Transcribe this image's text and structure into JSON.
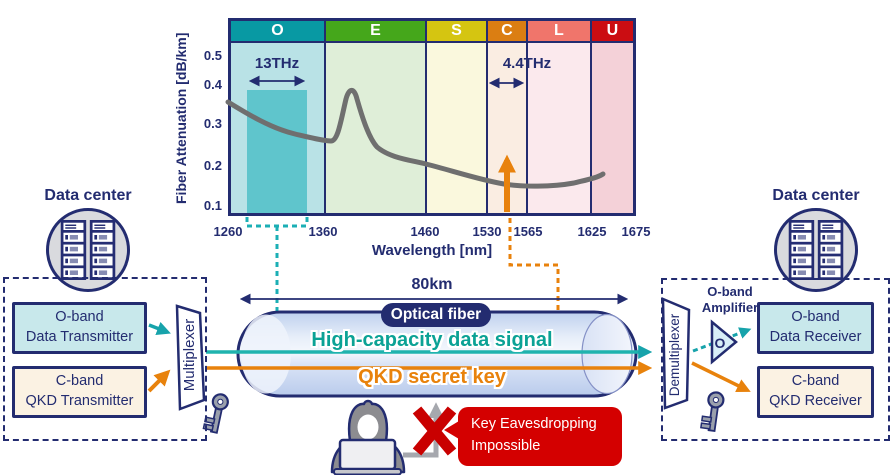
{
  "colors": {
    "navy": "#232C70",
    "teal_accent": "#17A3AB",
    "teal_text": "#0BA295",
    "orange": "#E8820C",
    "curve_gray": "#6F6F6F",
    "bubble_red": "#D40000",
    "x_red": "#C90000",
    "fiber_fill": "#C6D5F1",
    "band_header_colors": [
      "#0899A3",
      "#45A71B",
      "#D5C511",
      "#DB7E12",
      "#F0756B",
      "#CB0D12"
    ],
    "band_body_colors": [
      "#B9E2E6",
      "#DFEED8",
      "#FAF8DD",
      "#FAEDE2",
      "#FBE9ED",
      "#F4D1D8"
    ],
    "o_highlight": "#5FC5CC"
  },
  "chart": {
    "y_axis_title": "Fiber Attenuation [dB/km]",
    "x_axis_title": "Wavelength [nm]",
    "y_ticks": [
      "0.5",
      "0.4",
      "0.3",
      "0.2",
      "0.1"
    ],
    "x_ticks": [
      "1260",
      "1360",
      "1460",
      "1530",
      "1565",
      "1625",
      "1675"
    ],
    "bands": [
      {
        "letter": "O"
      },
      {
        "letter": "E"
      },
      {
        "letter": "S"
      },
      {
        "letter": "C"
      },
      {
        "letter": "L"
      },
      {
        "letter": "U"
      }
    ],
    "o_span": "13THz",
    "c_span": "4.4THz"
  },
  "chart_data": {
    "type": "line",
    "title": "Fiber attenuation across telecom wavelength bands",
    "xlabel": "Wavelength [nm]",
    "ylabel": "Fiber Attenuation [dB/km]",
    "xlim": [
      1260,
      1675
    ],
    "ylim": [
      0.1,
      0.5
    ],
    "grid": false,
    "legend": "none",
    "bands": [
      {
        "name": "O",
        "range": [
          1260,
          1360
        ]
      },
      {
        "name": "E",
        "range": [
          1360,
          1460
        ]
      },
      {
        "name": "S",
        "range": [
          1460,
          1530
        ]
      },
      {
        "name": "C",
        "range": [
          1530,
          1565
        ]
      },
      {
        "name": "L",
        "range": [
          1565,
          1625
        ]
      },
      {
        "name": "U",
        "range": [
          1625,
          1675
        ]
      }
    ],
    "series": [
      {
        "name": "Fiber attenuation",
        "x": [
          1260,
          1300,
          1340,
          1360,
          1375,
          1385,
          1400,
          1430,
          1460,
          1500,
          1530,
          1550,
          1580,
          1610,
          1640,
          1650
        ],
        "y": [
          0.38,
          0.34,
          0.31,
          0.29,
          0.31,
          0.41,
          0.3,
          0.25,
          0.22,
          0.19,
          0.17,
          0.16,
          0.16,
          0.17,
          0.18,
          0.19
        ]
      }
    ],
    "annotations": [
      "13THz span highlighted in O band (~1280-1340 nm)",
      "4.4THz span across C band (1530-1565 nm)",
      "Orange arrow marks QKD wavelength in C band (~1550 nm)"
    ]
  },
  "left": {
    "datacenter_label": "Data center",
    "transmitter_o": "O-band\nData Transmitter",
    "transmitter_c": "C-band\nQKD Transmitter",
    "mux_label": "Multiplexer"
  },
  "fiber": {
    "distance_label": "80km",
    "name_label": "Optical fiber",
    "data_signal_label": "High-capacity data signal",
    "qkd_label": "QKD secret key"
  },
  "right": {
    "datacenter_label": "Data center",
    "amplifier_label": "O-band\nAmplifier",
    "amplifier_letter": "O",
    "receiver_o": "O-band\nData Receiver",
    "receiver_c": "C-band\nQKD Receiver",
    "demux_label": "Demultiplexer"
  },
  "eavesdrop": {
    "bubble_text": "Key Eavesdropping\nImpossible"
  }
}
